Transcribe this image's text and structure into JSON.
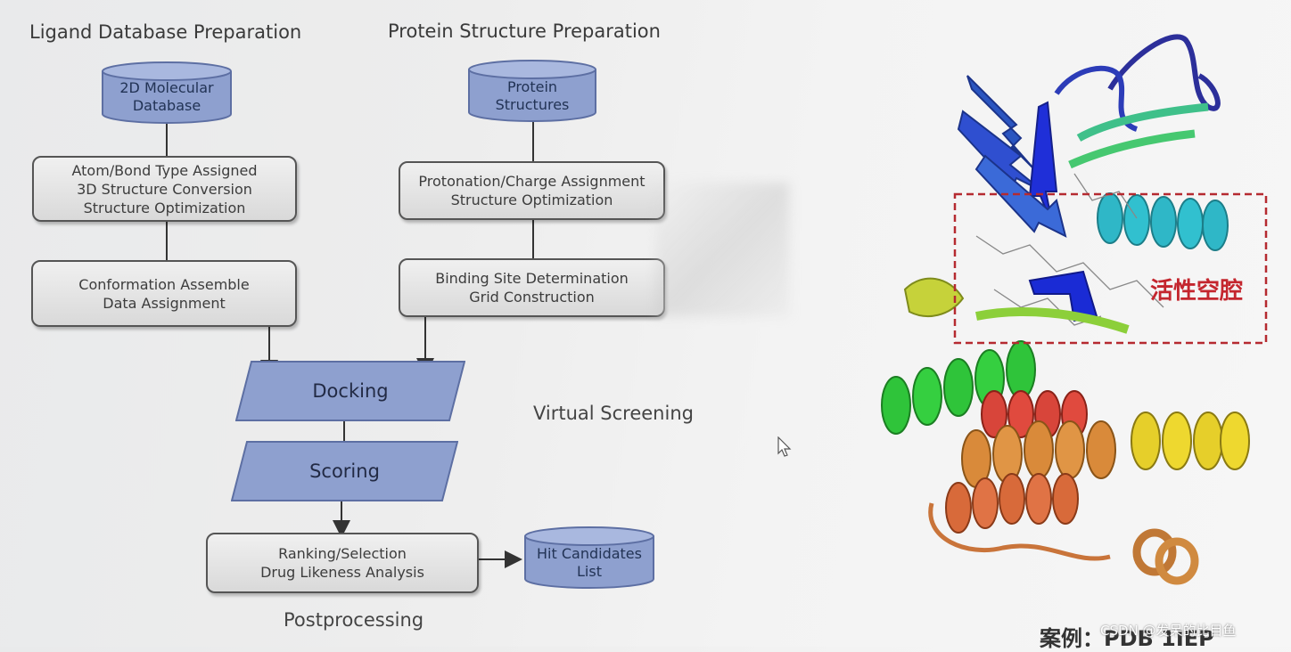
{
  "headings": {
    "ligand": "Ligand Database Preparation",
    "protein": "Protein Structure Preparation"
  },
  "ligand_db": {
    "line1": "2D Molecular",
    "line2": "Database"
  },
  "protein_db": {
    "line1": "Protein",
    "line2": "Structures"
  },
  "ligand_step1": {
    "line1": "Atom/Bond Type Assigned",
    "line2": "3D Structure Conversion",
    "line3": "Structure Optimization"
  },
  "ligand_step2": {
    "line1": "Conformation Assemble",
    "line2": "Data Assignment"
  },
  "protein_step1": {
    "line1": "Protonation/Charge Assignment",
    "line2": "Structure Optimization"
  },
  "protein_step2": {
    "line1": "Binding Site Determination",
    "line2": "Grid Construction"
  },
  "docking": "Docking",
  "scoring": "Scoring",
  "virtual_screening": "Virtual Screening",
  "ranking": {
    "line1": "Ranking/Selection",
    "line2": "Drug Likeness Analysis"
  },
  "hit_list": {
    "line1": "Hit Candidates",
    "line2": "List"
  },
  "postprocessing": "Postprocessing",
  "protein_image": {
    "active_site_label": "活性空腔",
    "caption": "案例：PDB 1IEP"
  },
  "watermark": "CSDN @发呆的比目鱼",
  "colors": {
    "shape_fill": "#8ea0cf",
    "shape_border": "#5d6fa3",
    "active_site": "#b52a30"
  }
}
